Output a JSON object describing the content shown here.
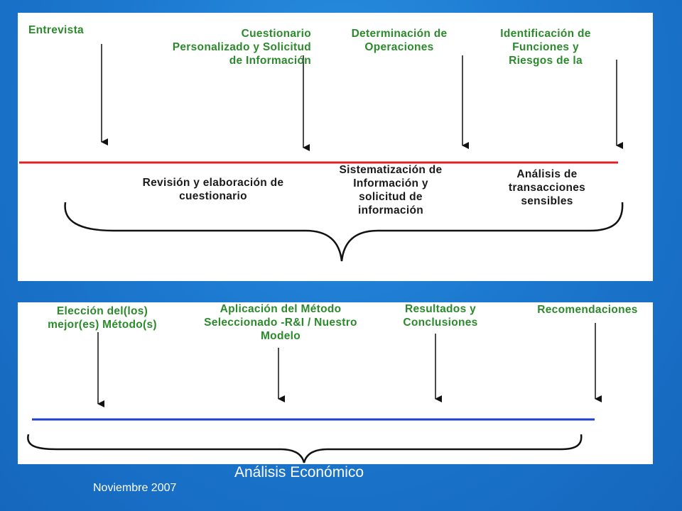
{
  "top": {
    "milestones": [
      "Entrevista",
      "Cuestionario\nPersonalizado y Solicitud\nde Información",
      "Determinación de\nOperaciones",
      "Identificación de\nFunciones y\nRiesgos de la"
    ],
    "phases": [
      "Revisión y elaboración de\ncuestionario",
      "Sistematización de\nInformación y\nsolicitud de\ninformación",
      "Análisis de\ntransacciones\nsensibles"
    ]
  },
  "bottom": {
    "milestones": [
      "Elección del(los)\nmejor(es) Método(s)",
      "Aplicación del Método\nSeleccionado -R&I / Nuestro\nModelo",
      "Resultados y\nConclusiones",
      "Recomendaciones"
    ]
  },
  "footer": {
    "title": "Análisis Económico",
    "date": "Noviembre 2007"
  },
  "colors": {
    "background": "#1c79cf",
    "milestone_text": "#2b8a2b",
    "phase_text": "#1a1a1a",
    "top_timeline": "#e02020",
    "bottom_timeline": "#2040d0"
  }
}
